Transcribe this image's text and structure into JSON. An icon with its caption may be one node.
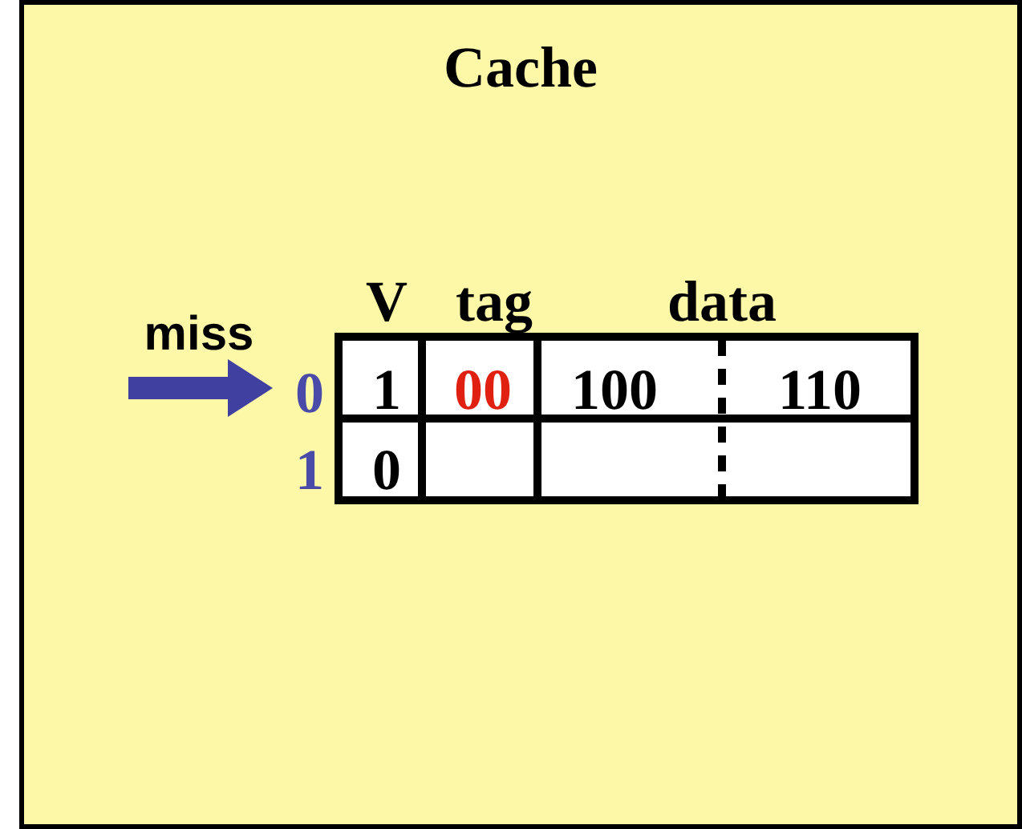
{
  "diagram": {
    "nodes": [
      {
        "text": [
          "Cache"
        ]
      },
      {
        "text": [
          "0"
        ],
        "in": 0
      }
    ],
    "edges": [
      {
        "from": null,
        "to": 1,
        "arrow": "to",
        "label": "miss"
      }
    ],
    "labels": [
      "V",
      "tag",
      "data",
      "1",
      "00",
      "100",
      "110",
      "1",
      "0"
    ]
  }
}
